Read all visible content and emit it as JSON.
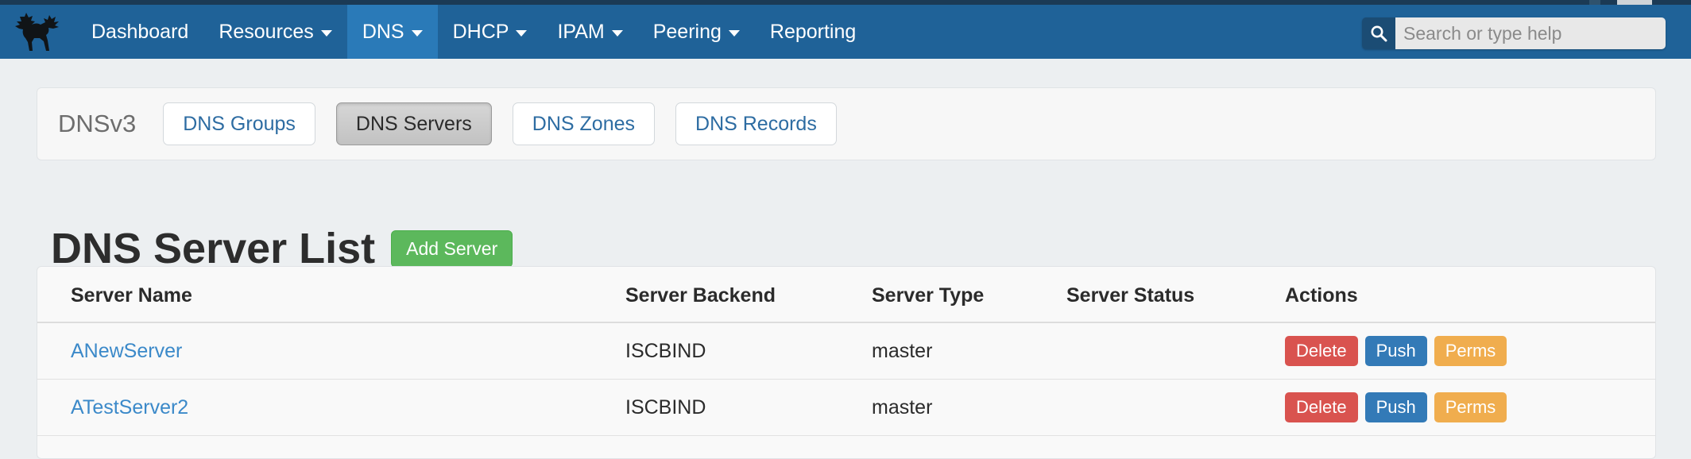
{
  "colors": {
    "navbar_bg": "#1f6298",
    "navbar_active_bg": "#2a7ab8",
    "link_blue": "#3b89c9",
    "add_green": "#5cb85c",
    "delete_red": "#d9534f",
    "push_blue": "#337ab7",
    "perms_orange": "#f0ad4e",
    "page_bg": "#eceff1"
  },
  "navbar": {
    "logo_icon": "moose-logo-icon",
    "items": [
      {
        "label": "Dashboard",
        "has_caret": false,
        "active": false
      },
      {
        "label": "Resources",
        "has_caret": true,
        "active": false
      },
      {
        "label": "DNS",
        "has_caret": true,
        "active": true
      },
      {
        "label": "DHCP",
        "has_caret": true,
        "active": false
      },
      {
        "label": "IPAM",
        "has_caret": true,
        "active": false
      },
      {
        "label": "Peering",
        "has_caret": true,
        "active": false
      },
      {
        "label": "Reporting",
        "has_caret": false,
        "active": false
      }
    ]
  },
  "search": {
    "icon": "search-icon",
    "placeholder": "Search or type help",
    "value": ""
  },
  "subnav": {
    "title": "DNSv3",
    "tabs": [
      {
        "label": "DNS Groups",
        "active": false
      },
      {
        "label": "DNS Servers",
        "active": true
      },
      {
        "label": "DNS Zones",
        "active": false
      },
      {
        "label": "DNS Records",
        "active": false
      }
    ]
  },
  "page": {
    "title": "DNS Server List",
    "add_button_label": "Add Server"
  },
  "table": {
    "headers": [
      "Server Name",
      "Server Backend",
      "Server Type",
      "Server Status",
      "Actions"
    ],
    "action_labels": {
      "delete": "Delete",
      "push": "Push",
      "perms": "Perms"
    },
    "rows": [
      {
        "name": "ANewServer",
        "backend": "ISCBIND",
        "type": "master",
        "status": "",
        "actions": [
          "Delete",
          "Push",
          "Perms"
        ]
      },
      {
        "name": "ATestServer2",
        "backend": "ISCBIND",
        "type": "master",
        "status": "",
        "actions": [
          "Delete",
          "Push",
          "Perms"
        ]
      }
    ]
  }
}
